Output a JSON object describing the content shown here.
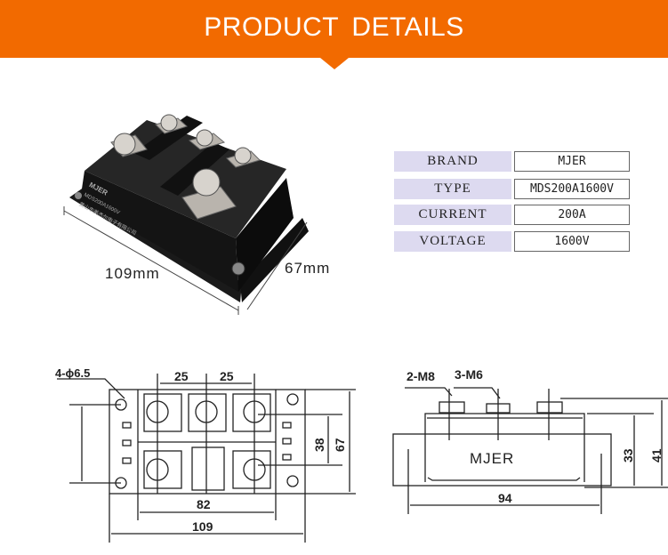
{
  "banner": {
    "title": "PRODUCT DETAILS",
    "color": "#f26a00"
  },
  "photo": {
    "width_label": "109mm",
    "depth_label": "67mm",
    "product_logo": "MJER",
    "product_model": "MDS200A1600V",
    "product_maker": "黄山市美杰尔电子有限公司"
  },
  "specs": [
    {
      "label": "BRAND",
      "value": "MJER"
    },
    {
      "label": "TYPE",
      "value": "MDS200A1600V"
    },
    {
      "label": "CURRENT",
      "value": "200A"
    },
    {
      "label": "VOLTAGE",
      "value": "1600V"
    }
  ],
  "top_view": {
    "hole_label": "4-ϕ6.5",
    "pitch_1": "25",
    "pitch_2": "25",
    "height_inner": "38",
    "height_outer": "67",
    "width_inner": "82",
    "width_outer": "109"
  },
  "side_view": {
    "screw_large": "2-M8",
    "screw_small": "3-M6",
    "brand": "MJER",
    "height_inner": "33",
    "height_outer": "41",
    "width": "94"
  }
}
